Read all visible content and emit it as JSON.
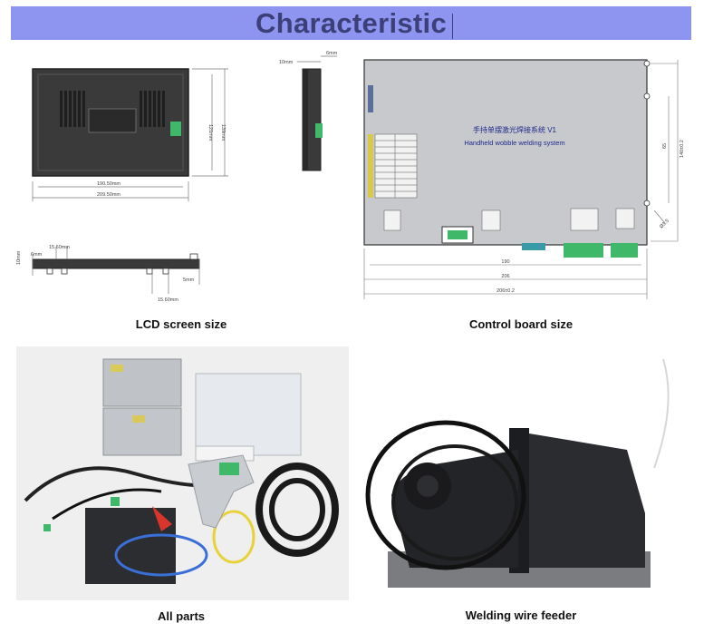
{
  "header": {
    "title": "Characteristic"
  },
  "captions": {
    "lcd": "LCD screen size",
    "control": "Control board size",
    "parts": "All parts",
    "feeder": "Welding wire feeder"
  },
  "lcd_dims": {
    "width_inner": "190.50mm",
    "width_outer": "209.50mm",
    "height_inner": "121mm",
    "height_outer": "139mm",
    "side_depth": "10mm",
    "side_thin": "6mm",
    "bottom_a": "15.60mm",
    "bottom_b": "6mm",
    "bottom_c": "10mm",
    "bottom_d": "15.60mm",
    "bottom_e": "5mm"
  },
  "board": {
    "title_cn": "手持单摆激光焊接系统 V1",
    "title_en": "Handheld wobble welding system",
    "dim_w1": "190",
    "dim_w2": "206",
    "dim_w3": "206±0.2",
    "dim_h1": "65",
    "dim_h2": "140±0.2",
    "dim_hole": "Ø3.5"
  },
  "colors": {
    "banner": "#8e95f0",
    "banner_text": "#3c3f78",
    "board": "#c7c9cc",
    "connector": "#3fb86a"
  }
}
